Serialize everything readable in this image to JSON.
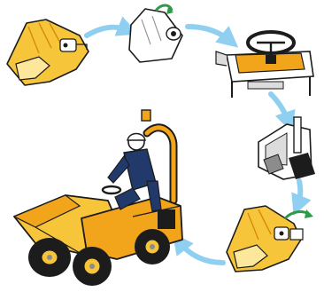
{
  "figure": {
    "kind": "instruction-illustration",
    "theme": {
      "yellow": "#f7c53a",
      "yellow_light": "#fde79a",
      "orange": "#f2a51a",
      "orange_dark": "#d68a0c",
      "arrow_blue": "#8fd0f0",
      "green": "#2f9a45",
      "navy": "#223a6b",
      "ink": "#1c1c1c",
      "grey": "#8c8c8c",
      "light_grey": "#dcdcdc"
    },
    "steps": [
      {
        "id": "hand-with-key",
        "icon": "hand-key-icon"
      },
      {
        "id": "insert-key",
        "icon": "key-turn-icon"
      },
      {
        "id": "check-seat-steering",
        "icon": "steering-wheel-icon"
      },
      {
        "id": "check-controls",
        "icon": "control-lever-icon"
      },
      {
        "id": "turn-key",
        "icon": "hand-key-turn-icon"
      },
      {
        "id": "operate-dumper",
        "icon": "site-dumper-icon"
      }
    ],
    "connectors": [
      {
        "from": "hand-with-key",
        "to": "insert-key",
        "icon": "arrow-icon"
      },
      {
        "from": "insert-key",
        "to": "check-seat-steering",
        "icon": "arrow-icon"
      },
      {
        "from": "check-seat-steering",
        "to": "check-controls",
        "icon": "arrow-icon"
      },
      {
        "from": "check-controls",
        "to": "turn-key",
        "icon": "arrow-icon"
      },
      {
        "from": "turn-key",
        "to": "operate-dumper",
        "icon": "arrow-icon"
      }
    ]
  }
}
